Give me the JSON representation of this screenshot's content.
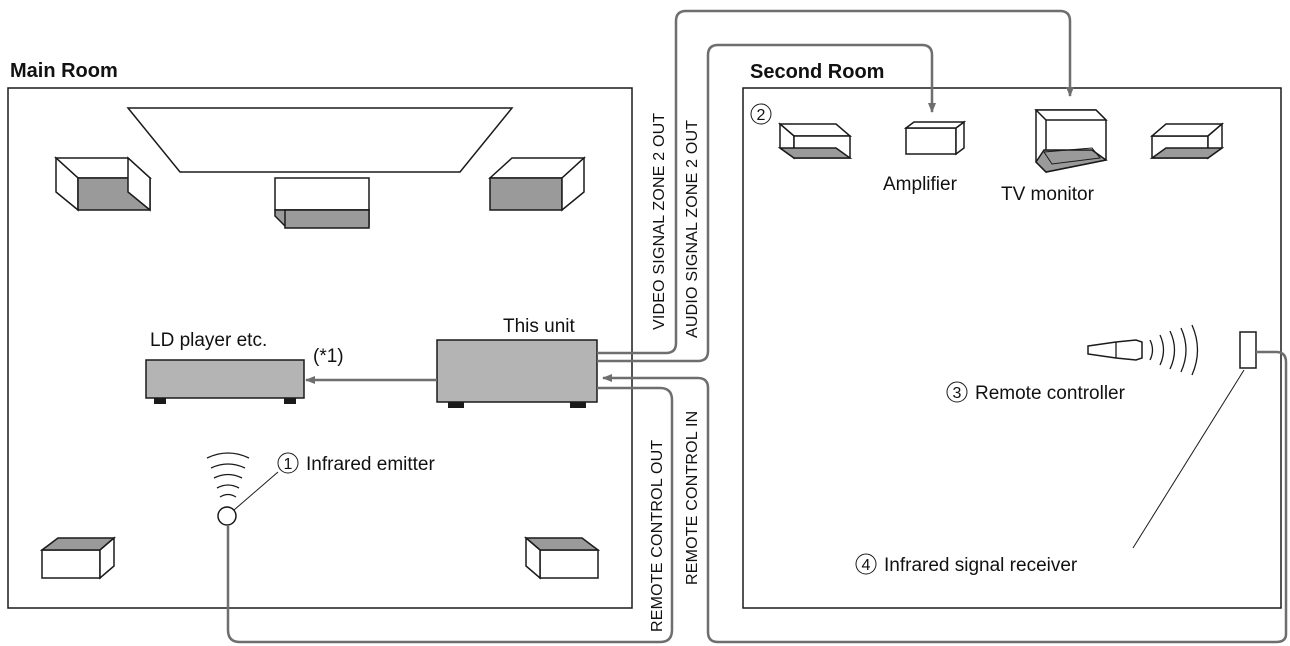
{
  "main_room": {
    "title": "Main Room",
    "this_unit_label": "This unit",
    "ld_player_label": "LD player etc.",
    "note_label": "(*1)",
    "infrared_emitter": {
      "number": "1",
      "label": "Infrared emitter"
    }
  },
  "second_room": {
    "title": "Second Room",
    "speakers_number": "2",
    "amplifier_label": "Amplifier",
    "tv_monitor_label": "TV monitor",
    "remote_controller": {
      "number": "3",
      "label": "Remote controller"
    },
    "infrared_receiver": {
      "number": "4",
      "label": "Infrared signal receiver"
    }
  },
  "connections": {
    "video_out": "VIDEO SIGNAL ZONE 2 OUT",
    "audio_out": "AUDIO SIGNAL ZONE 2 OUT",
    "remote_out": "REMOTE CONTROL OUT",
    "remote_in": "REMOTE CONTROL IN"
  },
  "colors": {
    "line": "#1a1a1a",
    "cable": "#6e6e6e",
    "device_fill": "#b4b4b4",
    "speaker_shade": "#9a9a9a"
  }
}
